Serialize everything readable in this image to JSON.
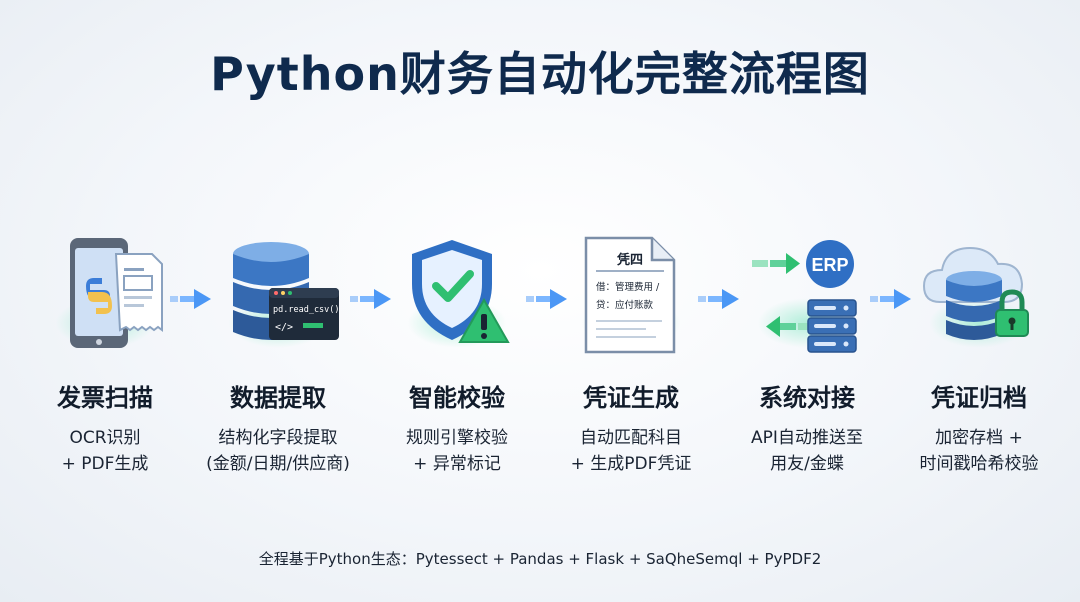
{
  "title": "Python财务自动化完整流程图",
  "steps": [
    {
      "title": "发票扫描",
      "desc1": "OCR识别",
      "desc2": "+ PDF生成",
      "icon": "phone-scan-invoice-icon"
    },
    {
      "title": "数据提取",
      "desc1": "结构化字段提取",
      "desc2": "(金额/日期/供应商)",
      "icon": "database-code-icon",
      "code": "pd.read_csv()"
    },
    {
      "title": "智能校验",
      "desc1": "规则引擎校验",
      "desc2": "+ 异常标记",
      "icon": "shield-check-icon"
    },
    {
      "title": "凭证生成",
      "desc1": "自动匹配科目",
      "desc2": "+ 生成PDF凭证",
      "icon": "voucher-document-icon",
      "doc_title": "凭四",
      "doc_line1": "借：管理费用 /",
      "doc_line2": "贷：应付账款"
    },
    {
      "title": "系统对接",
      "desc1": "API自动推送至",
      "desc2": "用友/金蝶",
      "icon": "erp-server-icon",
      "badge": "ERP"
    },
    {
      "title": "凭证归档",
      "desc1": "加密存档 +",
      "desc2": "时间戳哈希校验",
      "icon": "cloud-lock-icon"
    }
  ],
  "footer": "全程基于Python生态：Pytessect + Pandas + Flask + SaQheSemql + PyPDF2",
  "colors": {
    "accent": "#3b7dd8",
    "title": "#0f2a4d",
    "green": "#2fbf71",
    "arrow": "#5fa8ff"
  }
}
